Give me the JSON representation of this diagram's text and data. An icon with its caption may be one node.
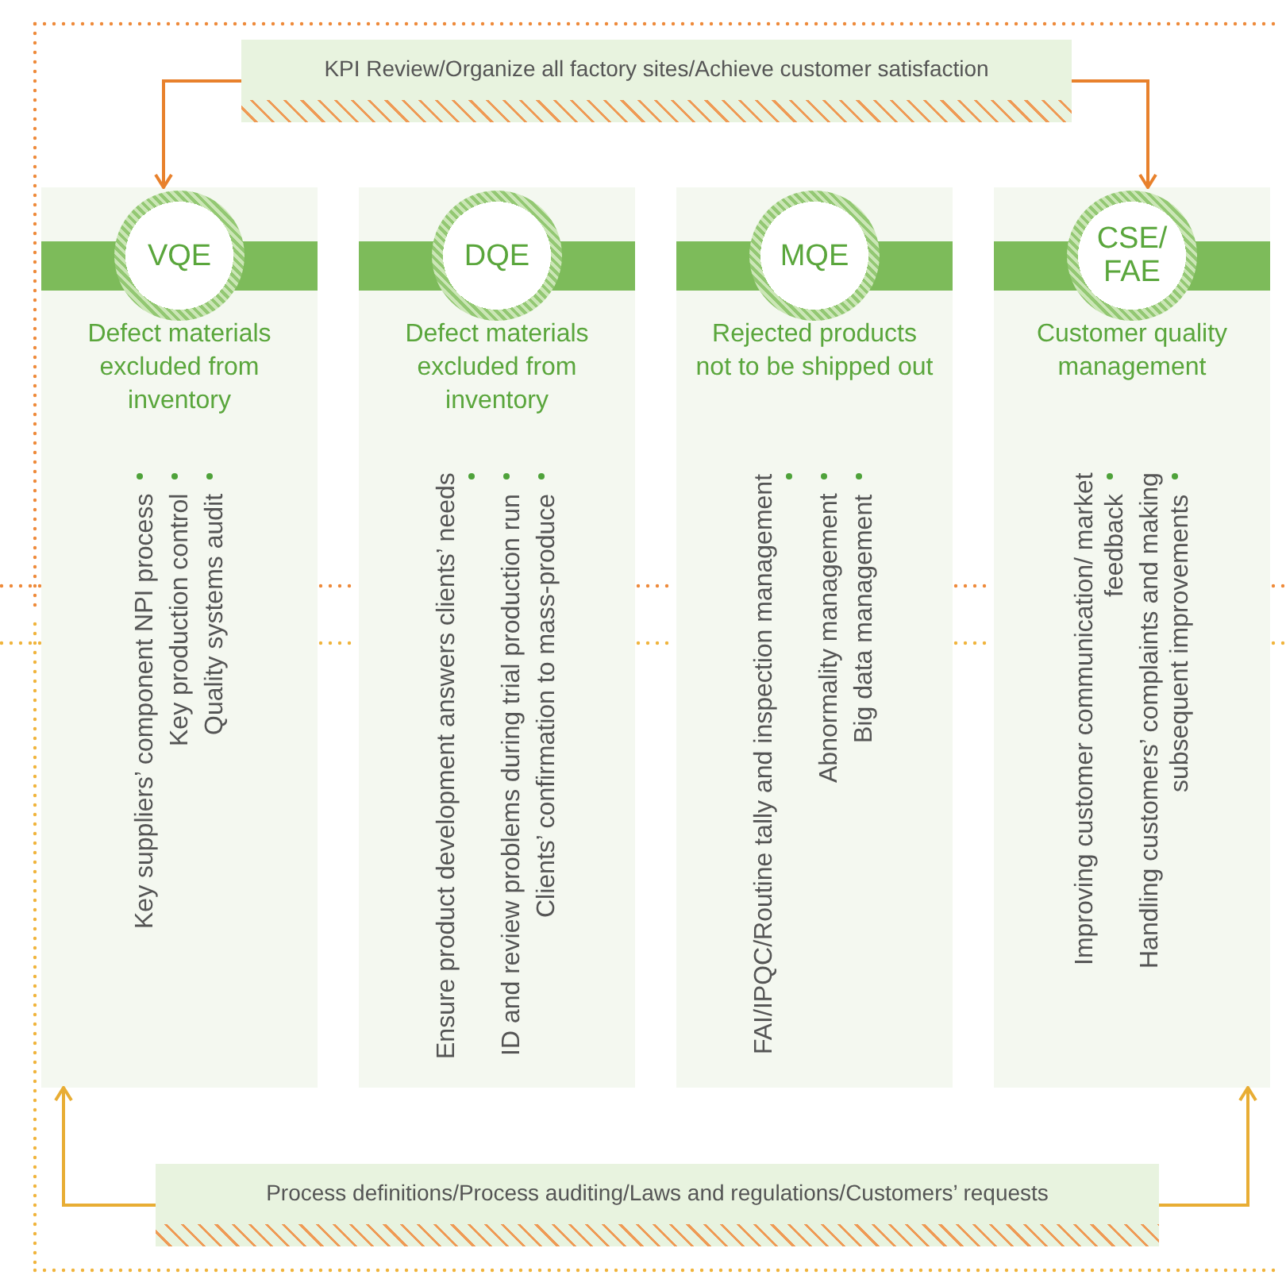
{
  "diagram": {
    "nodes": [
      {
        "text": [
          "KPI Review/Organize all factory sites/Achieve customer satisfaction"
        ]
      },
      {
        "text": [
          "VQE",
          "Defect materials excluded from inventory",
          "Key suppliers’ component NPI process",
          "Key production control",
          "Quality systems audit"
        ]
      },
      {
        "text": [
          "DQE",
          "Defect materials excluded from inventory",
          "Ensure product development answers clients’ needs",
          "ID and review problems during trial production run",
          "Clients’ confirmation to mass-produce"
        ]
      },
      {
        "text": [
          "MQE",
          "Rejected products not to be shipped out",
          "FAI/IPQC/Routine tally and inspection management",
          "Abnormality management",
          "Big data management"
        ]
      },
      {
        "text": [
          "CSE/ FAE",
          "Customer quality management",
          "Improving customer communication/ market feedback",
          "Handling customers’ complaints and making subsequent improvements"
        ]
      },
      {
        "text": [
          "Process definitions/Process auditing/Laws and regulations/Customers’ requests"
        ]
      }
    ],
    "edges": [
      {
        "from": 0,
        "to": 1,
        "arrow": "to",
        "color": "#e8812c"
      },
      {
        "from": 0,
        "to": 4,
        "arrow": "to",
        "color": "#e8812c"
      },
      {
        "from": 5,
        "to": 1,
        "arrow": "to",
        "color": "#e8ad34"
      },
      {
        "from": 5,
        "to": 4,
        "arrow": "to",
        "color": "#e8ad34"
      }
    ]
  }
}
